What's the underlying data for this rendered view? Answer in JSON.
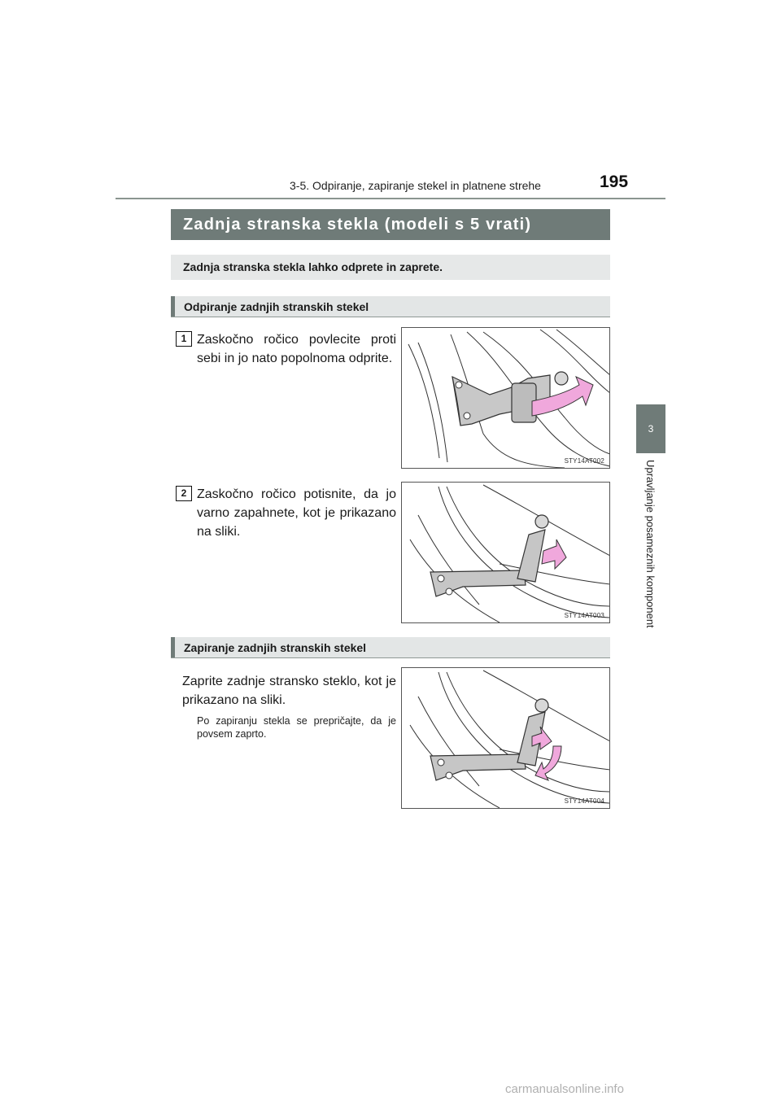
{
  "header": {
    "chapter_title": "3-5. Odpiranje, zapiranje stekel in platnene strehe",
    "page_number": "195"
  },
  "side_tab": {
    "number": "3",
    "label": "Upravljanje posameznih komponent"
  },
  "section": {
    "title": "Zadnja stranska stekla (modeli s 5 vrati)",
    "intro": "Zadnja stranska stekla lahko odprete in zaprete."
  },
  "opening": {
    "heading": "Odpiranje zadnjih stranskih stekel",
    "steps": [
      {
        "number": "1",
        "text": "Zaskočno ročico povlecite proti sebi in jo nato popolnoma odprite.",
        "figure_code": "STY14AT002"
      },
      {
        "number": "2",
        "text": "Zaskočno ročico potisnite, da jo varno zapahnete, kot je prikazano na sliki.",
        "figure_code": "STY14AT003"
      }
    ]
  },
  "closing": {
    "heading": "Zapiranje zadnjih stranskih stekel",
    "text": "Zaprite zadnje stransko steklo, kot je prikazano na sliki.",
    "note": "Po zapiranju stekla se prepričajte, da je povsem zaprto.",
    "figure_code": "STY14AT004"
  },
  "colors": {
    "title_bar": "#6f7b78",
    "sub_head_bg": "#e3e6e6",
    "arrow_pink": "#f0a8dc"
  },
  "watermark": "carmanualsonline.info"
}
